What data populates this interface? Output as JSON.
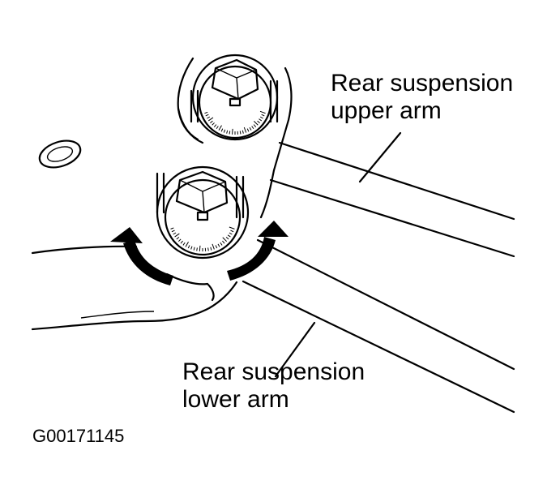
{
  "labels": {
    "upper_arm": [
      "Rear suspension",
      "upper arm"
    ],
    "lower_arm": [
      "Rear suspension",
      "lower arm"
    ],
    "figure_code": "G00171145"
  },
  "colors": {
    "ink": "#000000",
    "background": "#ffffff"
  },
  "icons": {
    "adjust_arrows": "curved-arrow-icon",
    "bolt": "hex-bolt-icon",
    "cam_scale": "cam-dial-icon"
  }
}
